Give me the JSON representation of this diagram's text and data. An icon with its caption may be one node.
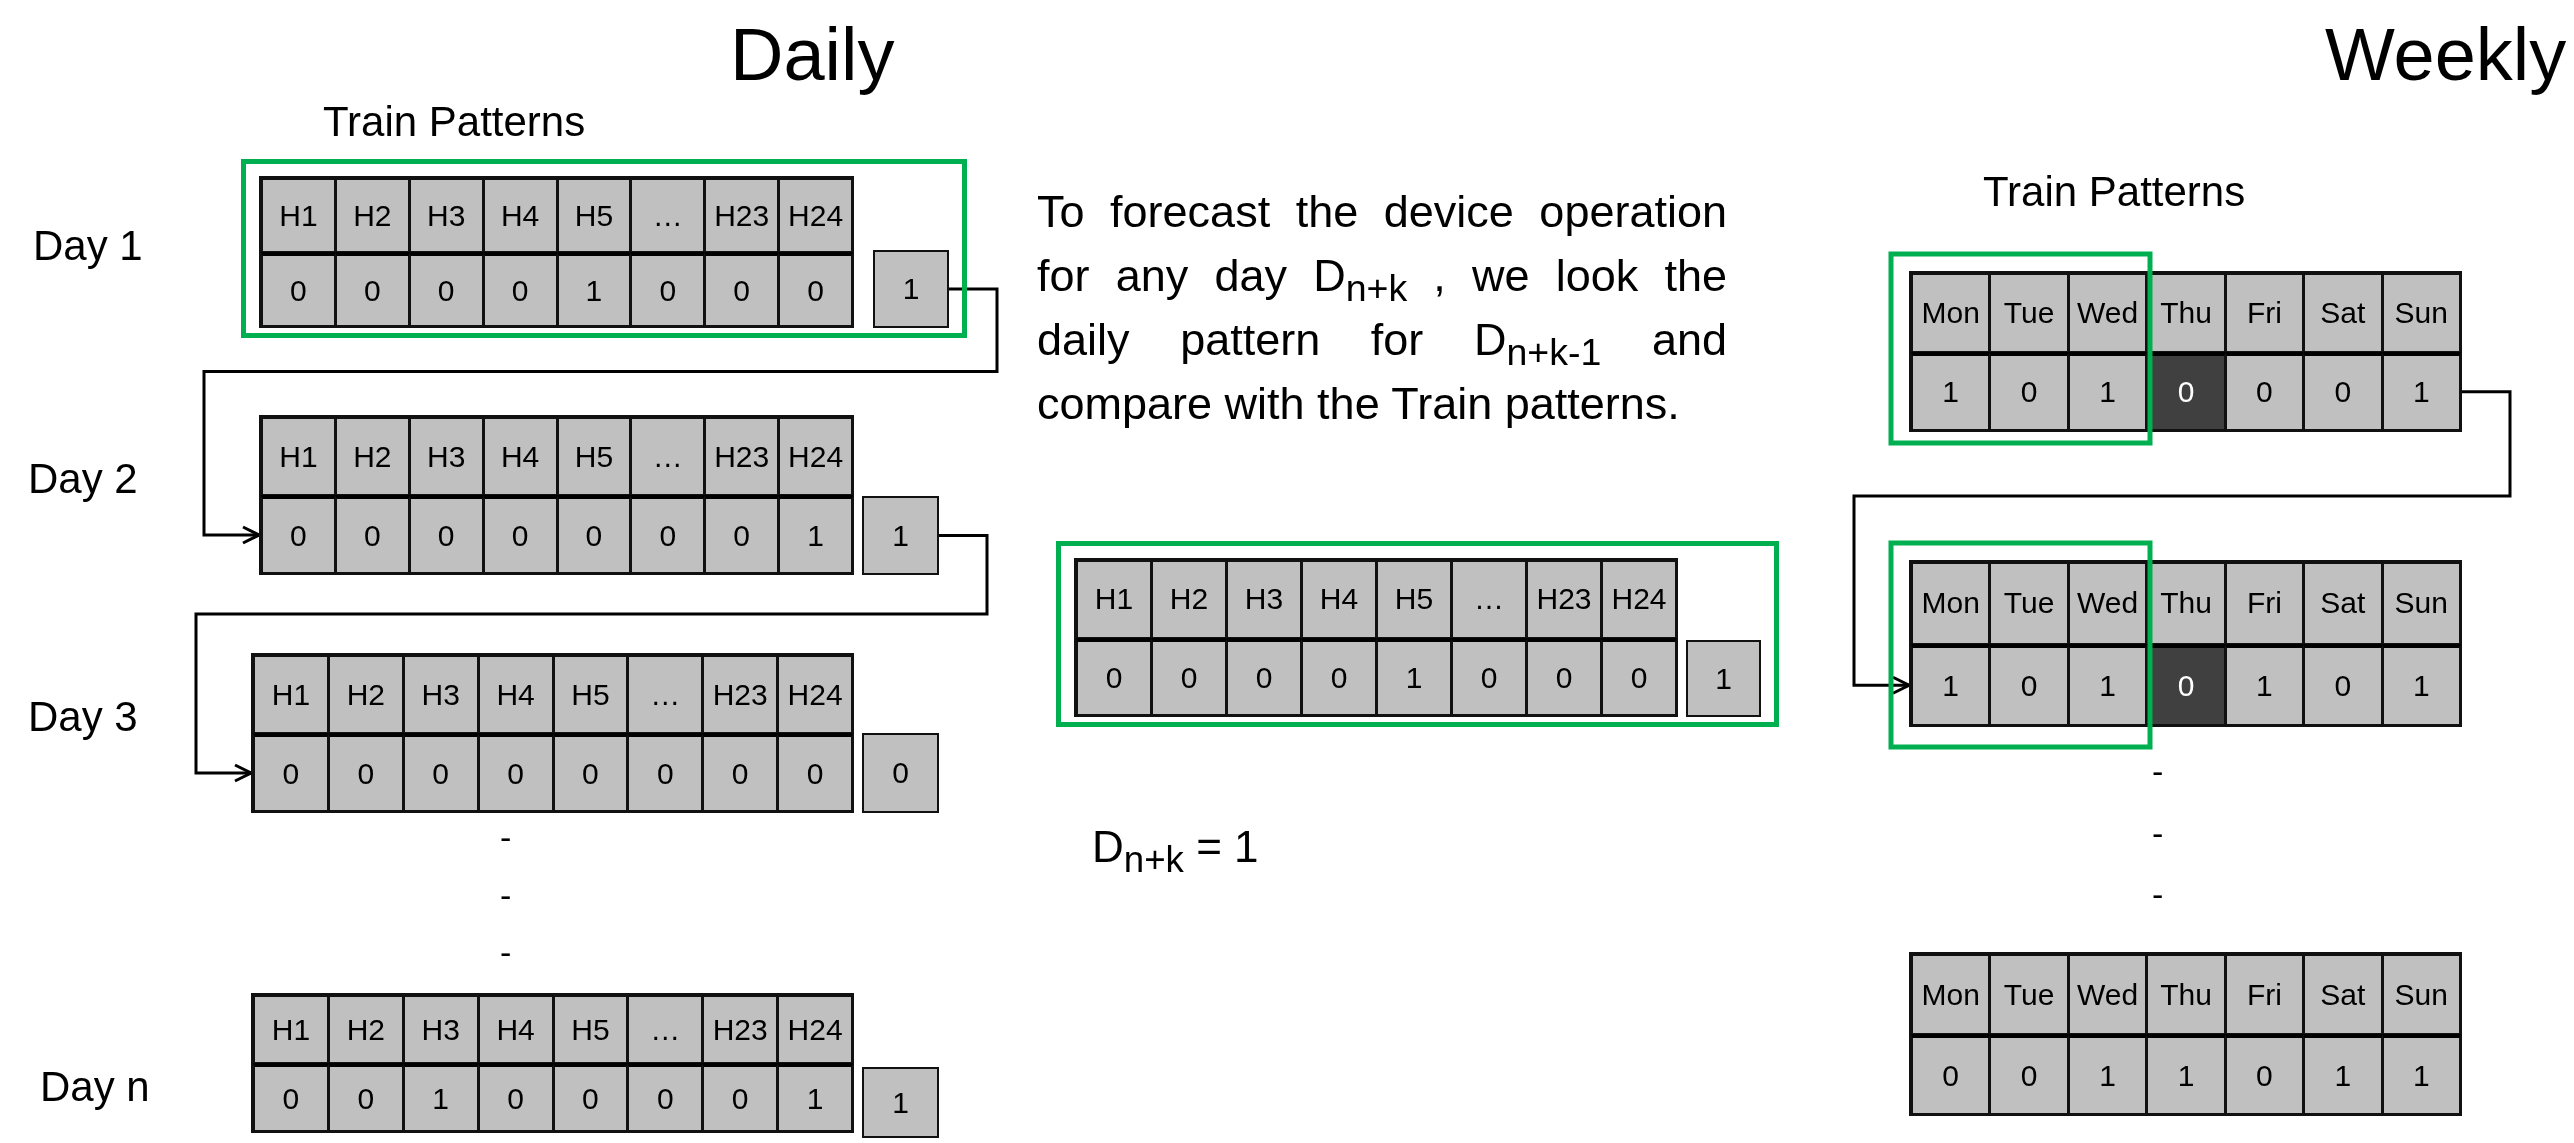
{
  "diagram": {
    "nodes": [
      {
        "text": [],
        "shape": "box"
      },
      {
        "text": [
          "H1",
          "H2",
          "H3",
          "H4",
          "H5",
          "…",
          "H23",
          "H24",
          "0",
          "0",
          "0",
          "0",
          "1",
          "0",
          "0",
          "0"
        ],
        "in": 0,
        "beside": [
          "Day 1"
        ]
      },
      {
        "text": [
          "1"
        ],
        "in": 0
      },
      {
        "text": [
          "H1",
          "H2",
          "H3",
          "H4",
          "H5",
          "…",
          "H23",
          "H24",
          "0",
          "0",
          "0",
          "0",
          "0",
          "0",
          "0",
          "1"
        ],
        "beside": [
          "Day 2"
        ]
      },
      {
        "text": [
          "1"
        ]
      },
      {
        "text": [
          "H1",
          "H2",
          "H3",
          "H4",
          "H5",
          "…",
          "H23",
          "H24",
          "0",
          "0",
          "0",
          "0",
          "0",
          "0",
          "0",
          "0"
        ],
        "beside": [
          "Day 3"
        ]
      },
      {
        "text": [
          "0"
        ]
      },
      {
        "text": [
          "H1",
          "H2",
          "H3",
          "H4",
          "H5",
          "…",
          "H23",
          "H24",
          "0",
          "0",
          "1",
          "0",
          "0",
          "0",
          "0",
          "1"
        ],
        "beside": [
          "Day n"
        ]
      },
      {
        "text": [
          "1"
        ]
      },
      {
        "text": [],
        "shape": "box"
      },
      {
        "text": [
          "H1",
          "H2",
          "H3",
          "H4",
          "H5",
          "…",
          "H23",
          "H24",
          "0",
          "0",
          "0",
          "0",
          "1",
          "0",
          "0",
          "0"
        ],
        "in": 9
      },
      {
        "text": [
          "1"
        ],
        "in": 9
      },
      {
        "text": [
          "Mon",
          "Tue",
          "Wed",
          "Thu",
          "Fri",
          "Sat",
          "Sun",
          "1",
          "0",
          "1",
          "0",
          "0",
          "0",
          "1"
        ]
      },
      {
        "text": [
          "Mon",
          "Tue",
          "Wed",
          "Thu",
          "Fri",
          "Sat",
          "Sun",
          "1",
          "0",
          "1",
          "0",
          "1",
          "0",
          "1"
        ]
      },
      {
        "text": [
          "Mon",
          "Tue",
          "Wed",
          "Thu",
          "Fri",
          "Sat",
          "Sun",
          "0",
          "0",
          "1",
          "1",
          "0",
          "1",
          "1"
        ]
      }
    ],
    "edges": [
      {
        "from": 2,
        "to": 3,
        "arrow": "to"
      },
      {
        "from": 4,
        "to": 5,
        "arrow": "to"
      },
      {
        "from": 12,
        "to": 13,
        "arrow": "to"
      }
    ],
    "labels": [
      "Daily",
      "Weekly",
      "Train Patterns",
      "Train Patterns",
      "To forecast the device operation for any day D$_{n+k}$ , we look the daily pattern for D$_{n+k-1}$ and compare with the Train patterns.",
      "-",
      "-",
      "-",
      "-",
      "-",
      "-",
      "D$_{n+k}$ = 1"
    ]
  }
}
